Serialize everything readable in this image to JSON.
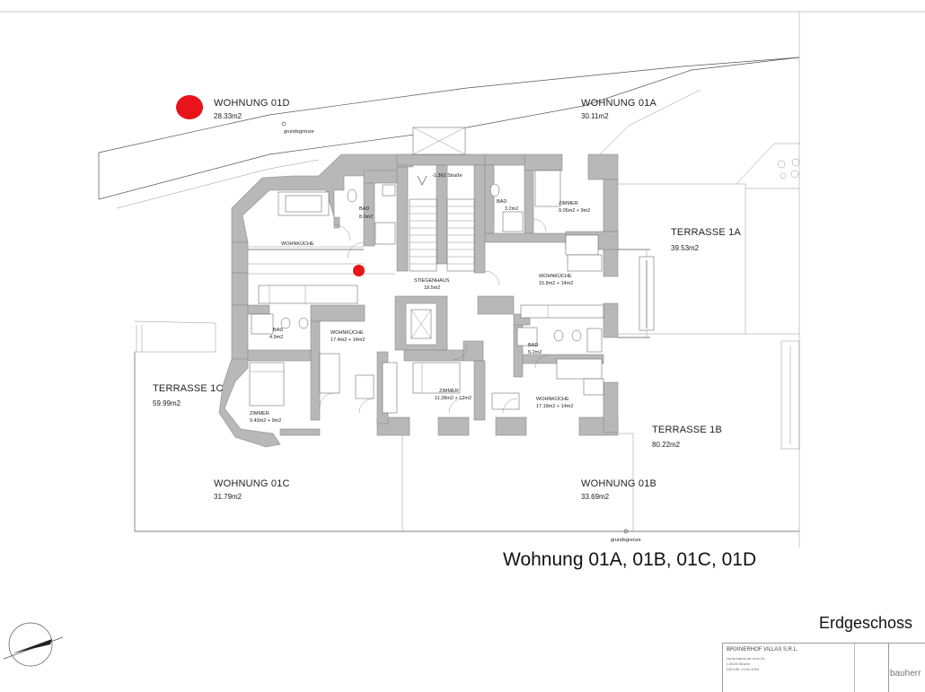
{
  "apartments": {
    "d": {
      "name": "WOHNUNG 01D",
      "area": "28.33m2"
    },
    "a": {
      "name": "WOHNUNG 01A",
      "area": "30.11m2"
    },
    "c": {
      "name": "WOHNUNG 01C",
      "area": "31.79m2"
    },
    "b": {
      "name": "WOHNUNG 01B",
      "area": "33.69m2"
    }
  },
  "terraces": {
    "t1a": {
      "name": "TERRASSE 1A",
      "area": "39.53m2"
    },
    "t1b": {
      "name": "TERRASSE 1B",
      "area": "80.22m2"
    },
    "t1c": {
      "name": "TERRASSE 1C",
      "area": "59.99m2"
    }
  },
  "rooms": {
    "bad_d": {
      "name": "BAD",
      "area": "8.6m2"
    },
    "bad_a": {
      "name": "BAD",
      "area": "3.2m2"
    },
    "zimmer_a": {
      "name": "ZIMMER",
      "area": "9.05m2 + 9m2"
    },
    "wohnkueche_d": {
      "name": "WOHNKÜCHE"
    },
    "stiegenhaus": {
      "name": "STIEGENHAUS",
      "area": "18.5m2"
    },
    "wohnkueche_a": {
      "name": "WOHNKÜCHE",
      "area": "15.8m2 + 14m2"
    },
    "bad_c": {
      "name": "BAD",
      "area": "4.9m2"
    },
    "wohnkueche_c": {
      "name": "WOHNKÜCHE",
      "area": "17.4m2 + 14m2"
    },
    "bad_b": {
      "name": "BAD",
      "area": "5.2m2"
    },
    "zimmer_c": {
      "name": "ZIMMER",
      "area": "9.43m2 + 9m2"
    },
    "zimmer_b": {
      "name": "ZIMMER",
      "area": "11.28m2 + 12m2"
    },
    "wohnkueche_b": {
      "name": "WOHNKÜCHE",
      "area": "17.18m2 + 14m2"
    }
  },
  "annotations": {
    "street_level": "-1.362 Straße",
    "boundary_top": "grundsgrenze",
    "boundary_bottom": "grundsgrenze"
  },
  "plan_title": "Wohnung 01A, 01B, 01C, 01D",
  "floor_label": "Erdgeschoss",
  "title_block": {
    "company": "BRIXNERHOF VILLAS S.R.L.",
    "address1": "via leonardo da vinci 2/c",
    "address2": "I-39100 Bozen",
    "date": "DATUM: 13.01.2024",
    "client": "bauherr"
  },
  "colors": {
    "marker": "#e8141a",
    "wall": "#b8b8b8"
  }
}
